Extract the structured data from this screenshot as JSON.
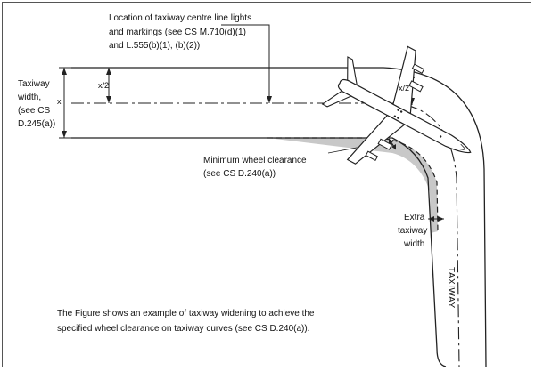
{
  "labels": {
    "location_line1": "Location of taxiway centre line lights",
    "location_line2": "and markings (see CS M.710(d)(1)",
    "location_line3": "and L.555(b)(1), (b)(2))",
    "taxiway_width_1": "Taxiway",
    "taxiway_width_2": "width,",
    "taxiway_width_3": "(see CS",
    "taxiway_width_4": "D.245(a))",
    "x": "x",
    "x_half": "x/2",
    "min_wheel_1": "Minimum wheel clearance",
    "min_wheel_2": "(see CS D.240(a))",
    "extra_1": "Extra",
    "extra_2": "taxiway",
    "extra_3": "width",
    "taxiway": "TAXIWAY"
  },
  "caption": {
    "line1": "The Figure shows an example of taxiway widening to achieve the",
    "line2": "specified wheel clearance on taxiway curves (see CS D.240(a))."
  },
  "colors": {
    "widening_fill": "#c8c8c8",
    "line": "#222222"
  }
}
